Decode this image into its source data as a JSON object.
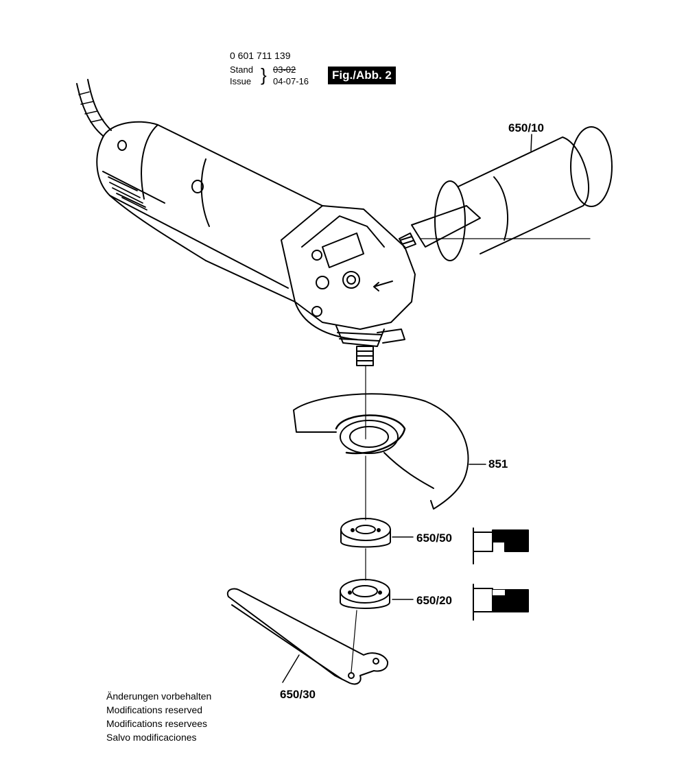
{
  "header": {
    "part_number": "0 601 711 139",
    "stand_label": "Stand",
    "stand_value": "03-02",
    "issue_label": "Issue",
    "issue_value": "04-07-16",
    "figure_label": "Fig./Abb. 2"
  },
  "callouts": {
    "side_handle": "650/10",
    "guard": "851",
    "inner_flange": "650/50",
    "clamping_nut": "650/20",
    "spanner": "650/30"
  },
  "notes": [
    "Änderungen vorbehalten",
    "Modifications reserved",
    "Modifications reservees",
    "Salvo modificaciones"
  ]
}
